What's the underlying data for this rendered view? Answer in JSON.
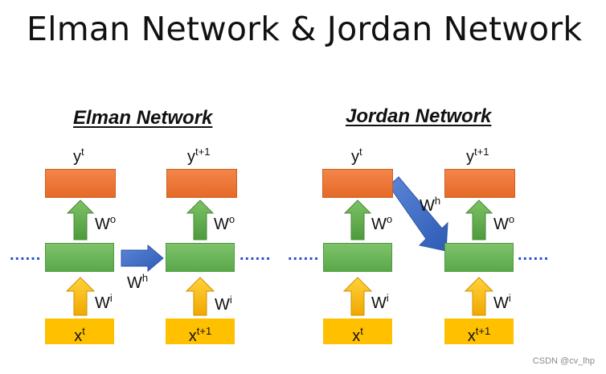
{
  "title": "Elman Network & Jordan Network",
  "elman": {
    "heading": "Elman Network",
    "y1": "y",
    "y1_sup": "t",
    "y2": "y",
    "y2_sup": "t+1",
    "wo1": "W",
    "wo1_sup": "o",
    "wo2": "W",
    "wo2_sup": "o",
    "wh": "W",
    "wh_sup": "h",
    "wi1": "W",
    "wi1_sup": "i",
    "wi2": "W",
    "wi2_sup": "i",
    "x1": "x",
    "x1_sup": "t",
    "x2": "x",
    "x2_sup": "t+1"
  },
  "jordan": {
    "heading": "Jordan Network",
    "y1": "y",
    "y1_sup": "t",
    "y2": "y",
    "y2_sup": "t+1",
    "wo1": "W",
    "wo1_sup": "o",
    "wo2": "W",
    "wo2_sup": "o",
    "wh": "W",
    "wh_sup": "h",
    "wi1": "W",
    "wi1_sup": "i",
    "wi2": "W",
    "wi2_sup": "i",
    "x1": "x",
    "x1_sup": "t",
    "x2": "x",
    "x2_sup": "t+1"
  },
  "dots": "......",
  "watermark": "CSDN @cv_lhp",
  "colors": {
    "output": "#ed7d31",
    "hidden": "#70ad47",
    "input": "#ffc000",
    "recurrent_arrow": "#4472c4",
    "dots": "#1f4fd0"
  }
}
